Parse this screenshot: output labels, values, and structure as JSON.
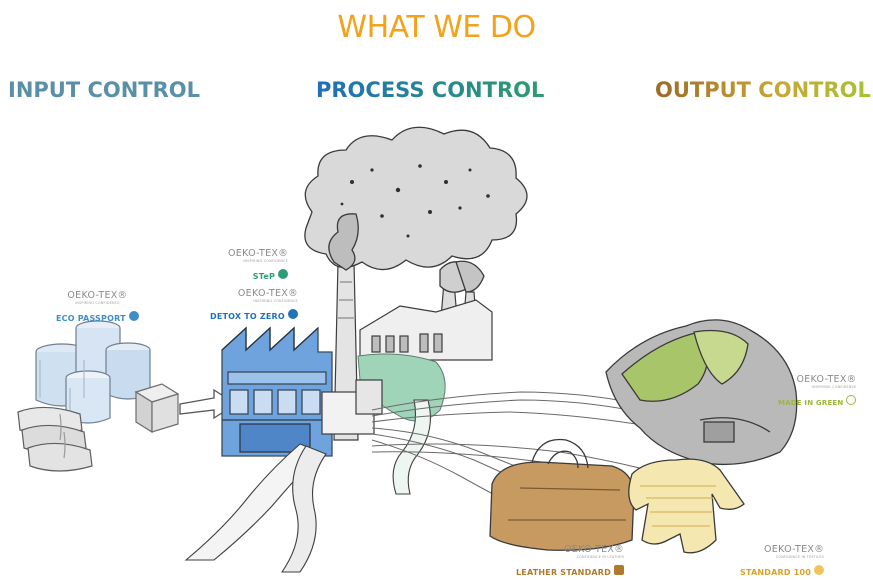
{
  "title": "WHAT WE DO",
  "columns": {
    "input": "INPUT CONTROL",
    "process": "PROCESS CONTROL",
    "output": "OUTPUT CONTROL"
  },
  "labels": [
    {
      "brand": "OEKO-TEX®",
      "tagline": "INSPIRING CONFIDENCE",
      "product": "ECO PASSPORT",
      "color": "#3f8fc6",
      "icon": "drop-badge-icon"
    },
    {
      "brand": "OEKO-TEX®",
      "tagline": "INSPIRING CONFIDENCE",
      "product": "STeP",
      "color": "#2f9c78",
      "icon": "leaf-badge-icon"
    },
    {
      "brand": "OEKO-TEX®",
      "tagline": "INSPIRING CONFIDENCE",
      "product": "DETOX TO ZERO",
      "color": "#1f73b8",
      "icon": "drop-badge-icon"
    },
    {
      "brand": "OEKO-TEX®",
      "tagline": "INSPIRING CONFIDENCE",
      "product": "MADE IN GREEN",
      "color": "#9bb83a",
      "icon": "circle-badge-icon"
    },
    {
      "brand": "OEKO-TEX®",
      "tagline": "CONFIDENCE IN LEATHER",
      "product": "LEATHER STANDARD",
      "color": "#b07a2a",
      "icon": "square-badge-icon"
    },
    {
      "brand": "OEKO-TEX®",
      "tagline": "CONFIDENCE IN TEXTILES",
      "product": "STANDARD 100",
      "color": "#d9a12a",
      "icon": "circle-badge-icon"
    }
  ],
  "colors": {
    "title": "#f2a21b",
    "input": "#5a8fa8",
    "process_start": "#1f6fb8",
    "process_end": "#2f9c6e",
    "output_start": "#9b6a2a",
    "output_end": "#a6c23a"
  }
}
